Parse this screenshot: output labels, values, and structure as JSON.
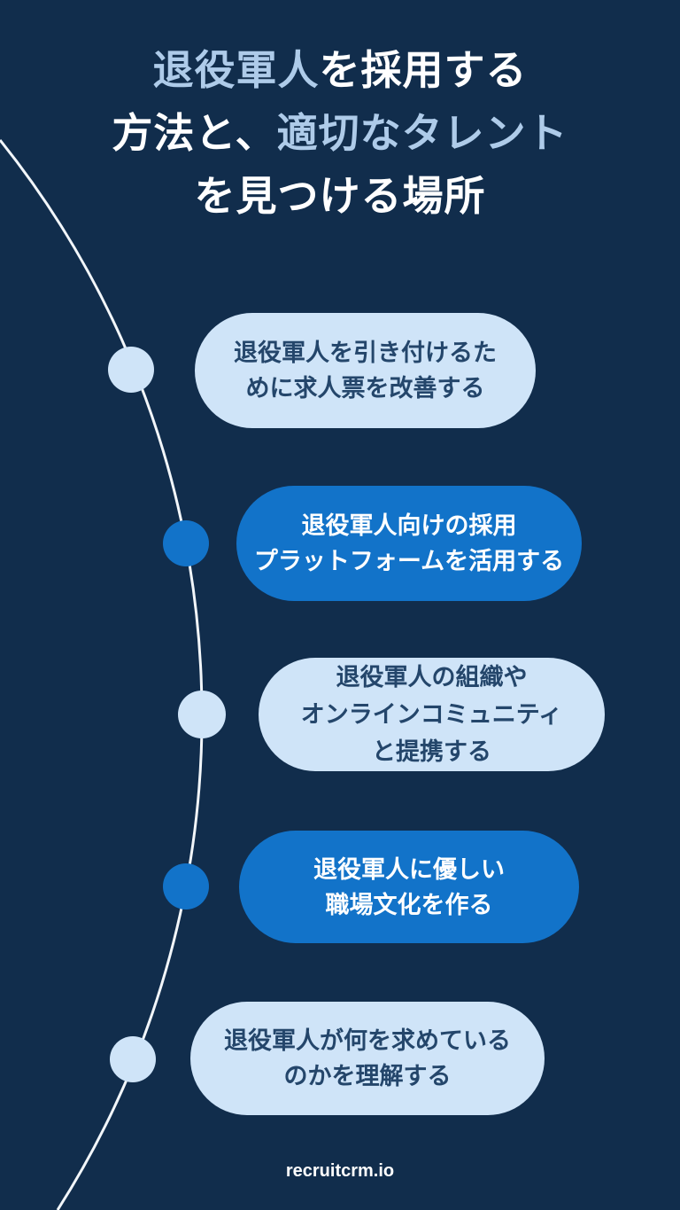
{
  "title": {
    "lines": [
      {
        "segments": [
          {
            "text": "退役軍人",
            "color": "accent"
          },
          {
            "text": "を採用する",
            "color": "white"
          }
        ]
      },
      {
        "segments": [
          {
            "text": "方法と、",
            "color": "white"
          },
          {
            "text": "適切なタレント",
            "color": "accent"
          }
        ]
      },
      {
        "segments": [
          {
            "text": "を見つける場所",
            "color": "white"
          }
        ]
      }
    ]
  },
  "steps": [
    {
      "variant": "light",
      "lines": [
        "退役軍人を引き付けるた",
        "めに求人票を改善する"
      ]
    },
    {
      "variant": "blue",
      "lines": [
        "退役軍人向けの採用",
        "プラットフォームを活用する"
      ]
    },
    {
      "variant": "light",
      "lines": [
        "退役軍人の組織や",
        "オンラインコミュニティ",
        "と提携する"
      ]
    },
    {
      "variant": "blue",
      "lines": [
        "退役軍人に優しい",
        "職場文化を作る"
      ]
    },
    {
      "variant": "light",
      "lines": [
        "退役軍人が何を求めている",
        "のかを理解する"
      ]
    }
  ],
  "footer": {
    "brand": "recruitcrm.io"
  },
  "colors": {
    "background": "#112D4C",
    "bubble_light": "#CFE4F8",
    "bubble_blue": "#1273C9",
    "title_accent": "#AECBE9",
    "title_white": "#FFFFFF",
    "curve_line": "#F2F6FA",
    "dark_text": "#24466B"
  }
}
